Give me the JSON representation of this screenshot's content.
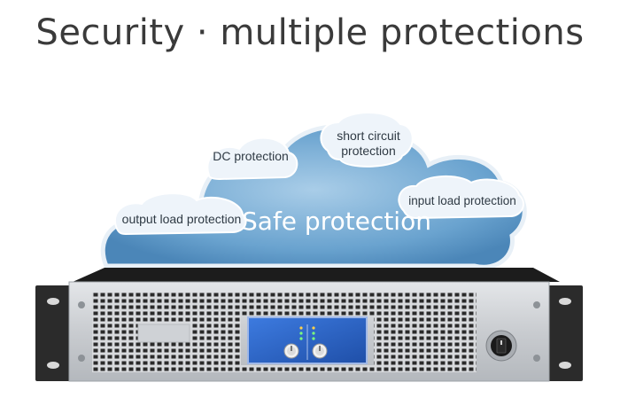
{
  "headline": "Security · multiple protections",
  "cloud": {
    "center_label": "Safe protection",
    "bubbles": {
      "dc": "DC protection",
      "short_circuit_line1": "short circuit",
      "short_circuit_line2": "protection",
      "input_load": "input load protection",
      "output_load": "output load protection"
    }
  },
  "colors": {
    "cloud_fill": "#7fb3d8",
    "cloud_outline": "#dfeaf4",
    "bubble_fill": "#eef4fa",
    "panel_blue": "#2a63c6",
    "chassis_silver": "#cfd2d6",
    "rack_ear": "#2b2b2b"
  }
}
